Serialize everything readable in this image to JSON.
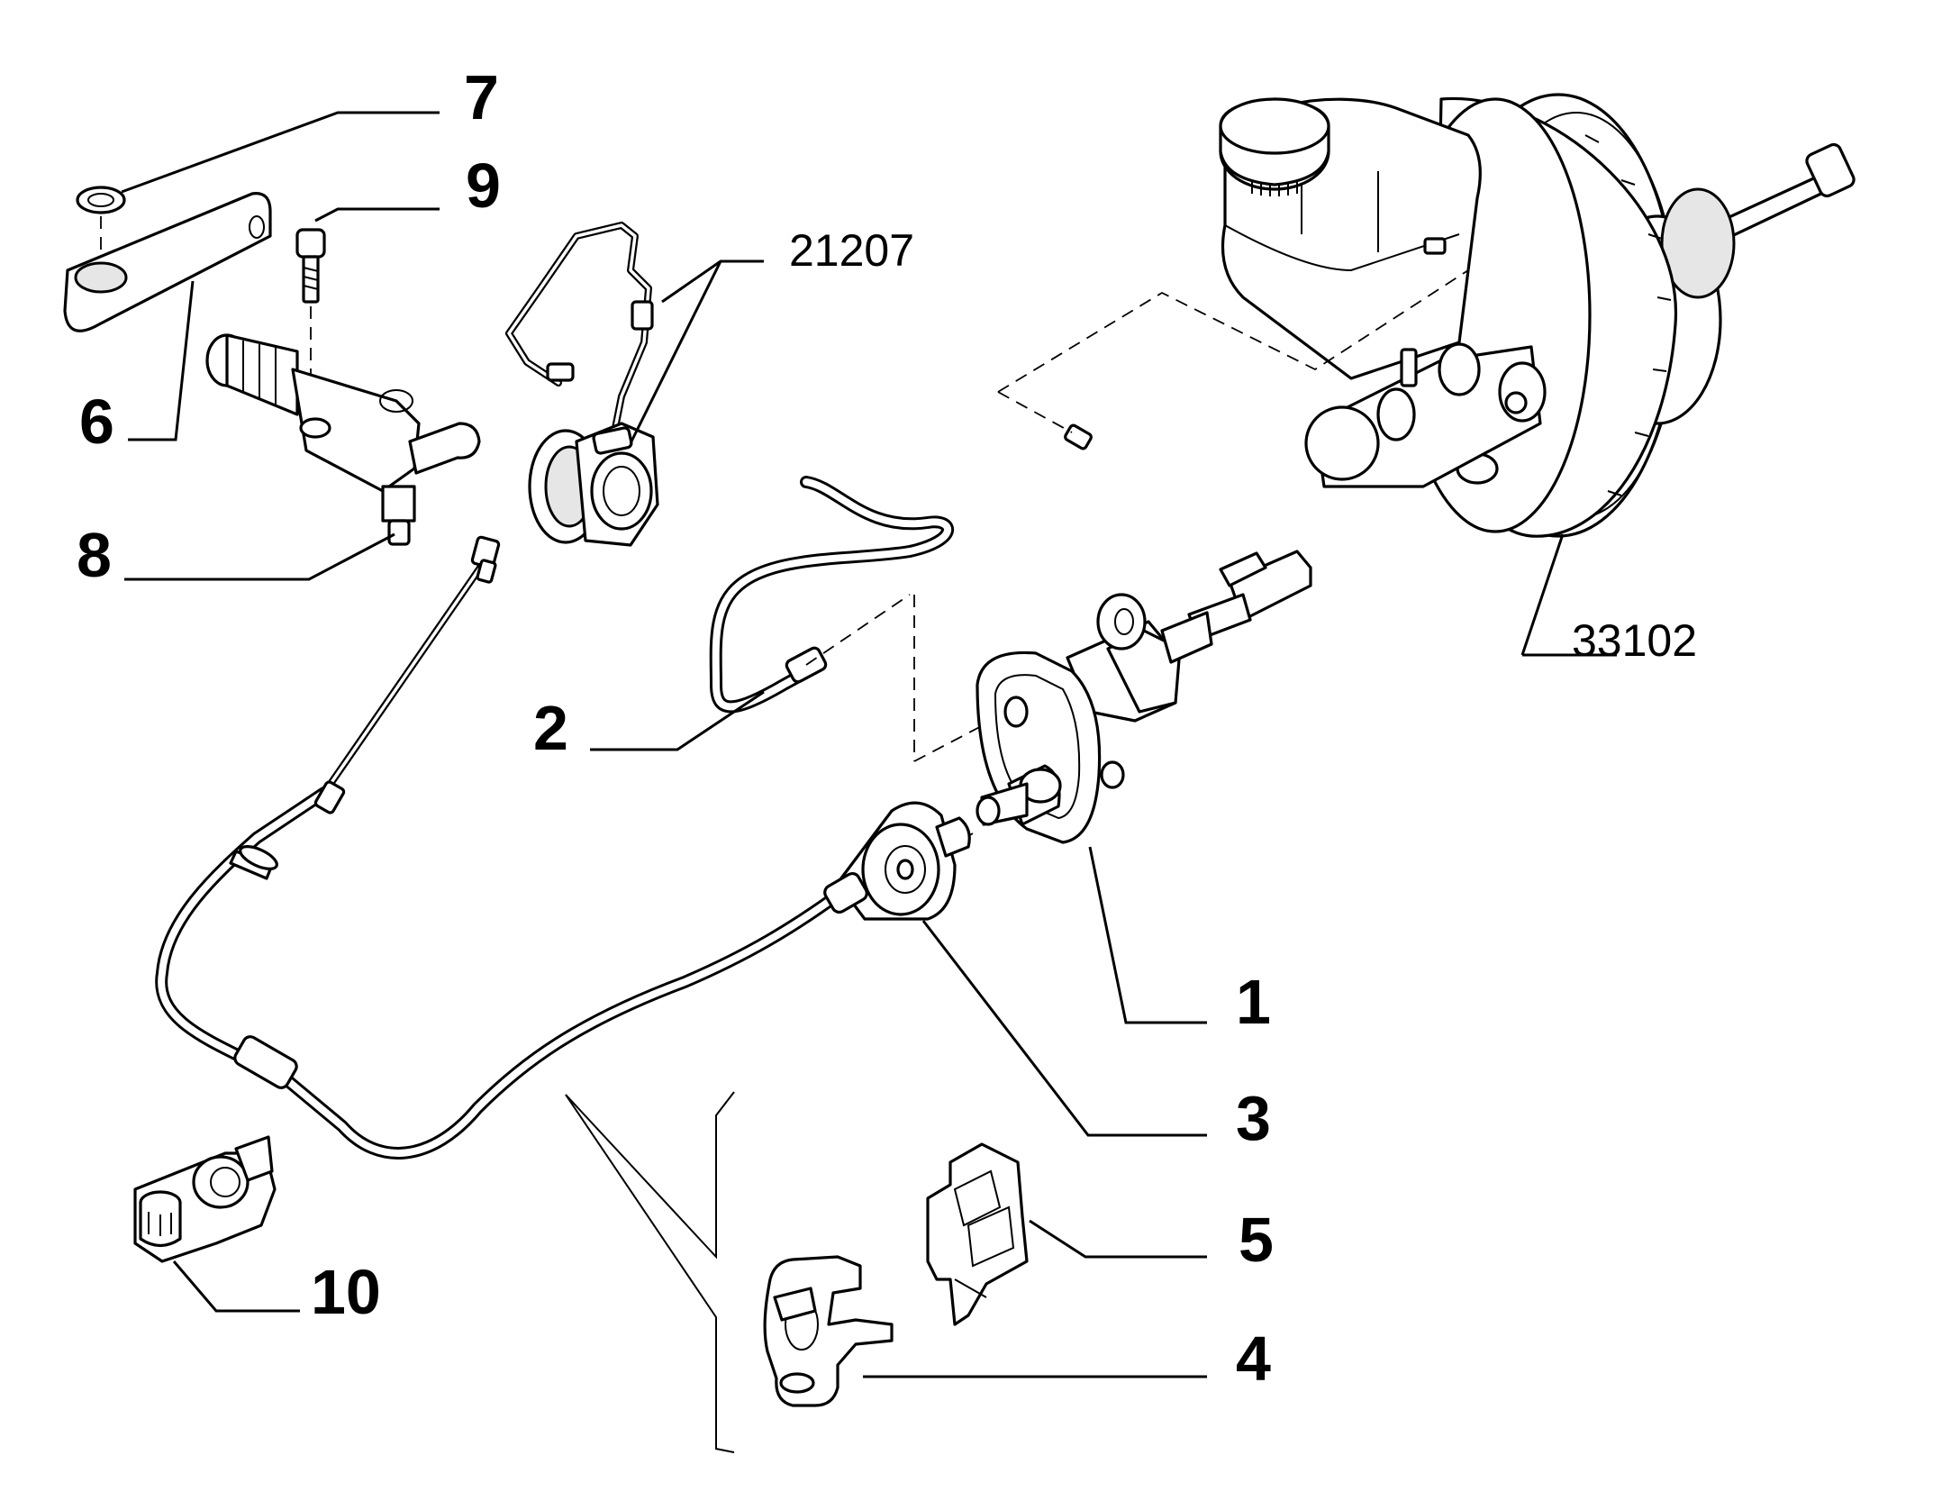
{
  "callouts": {
    "c1": "1",
    "c2": "2",
    "c3": "3",
    "c4": "4",
    "c5": "5",
    "c6": "6",
    "c7": "7",
    "c8": "8",
    "c9": "9",
    "c10": "10"
  },
  "references": {
    "r21207": "21207",
    "r33102": "33102"
  }
}
